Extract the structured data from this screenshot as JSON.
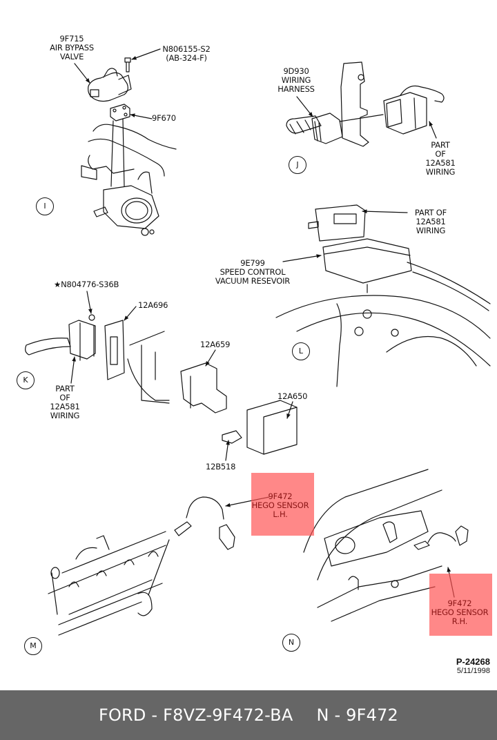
{
  "diagram": {
    "title_ref": "P-24268",
    "date": "5/11/1998",
    "highlight_color": "#ff5050",
    "panels": [
      {
        "id": "I",
        "labels": [
          {
            "key": "air_bypass_valve",
            "lines": [
              "9F715",
              "AIR BYPASS",
              "VALVE"
            ]
          },
          {
            "key": "bolt",
            "lines": [
              "N806155-S2",
              "(AB-324-F)"
            ]
          },
          {
            "key": "gasket",
            "lines": [
              "9F670"
            ]
          }
        ]
      },
      {
        "id": "J",
        "labels": [
          {
            "key": "wiring_harness",
            "lines": [
              "9D930",
              "WIRING",
              "HARNESS"
            ]
          },
          {
            "key": "wiring_part",
            "lines": [
              "PART",
              "OF",
              "12A581",
              "WIRING"
            ]
          }
        ]
      },
      {
        "id": "K",
        "labels": [
          {
            "key": "nut",
            "lines": [
              "★N804776-S36B"
            ]
          },
          {
            "key": "bracket_12a696",
            "lines": [
              "12A696"
            ]
          },
          {
            "key": "wiring_part",
            "lines": [
              "PART",
              "OF",
              "12A581",
              "WIRING"
            ]
          },
          {
            "key": "bracket_12a659",
            "lines": [
              "12A659"
            ]
          },
          {
            "key": "module_12a650",
            "lines": [
              "12A650"
            ]
          },
          {
            "key": "clip_12b518",
            "lines": [
              "12B518"
            ]
          }
        ]
      },
      {
        "id": "L",
        "labels": [
          {
            "key": "wiring_part",
            "lines": [
              "PART OF",
              "12A581",
              "WIRING"
            ]
          },
          {
            "key": "vacuum_reservoir",
            "lines": [
              "9E799",
              "SPEED CONTROL",
              "VACUUM RESEVOIR"
            ]
          }
        ]
      },
      {
        "id": "M",
        "labels": [
          {
            "key": "hego_lh",
            "lines": [
              "9F472",
              "HEGO SENSOR",
              "L.H."
            ],
            "highlighted": true
          }
        ]
      },
      {
        "id": "N",
        "labels": [
          {
            "key": "hego_rh",
            "lines": [
              "9F472",
              "HEGO SENSOR",
              "R.H."
            ],
            "highlighted": true
          }
        ]
      }
    ]
  },
  "footer": {
    "part_number": "FORD - F8VZ-9F472-BA",
    "diagram_ref": "N - 9F472",
    "background": "#666666"
  }
}
